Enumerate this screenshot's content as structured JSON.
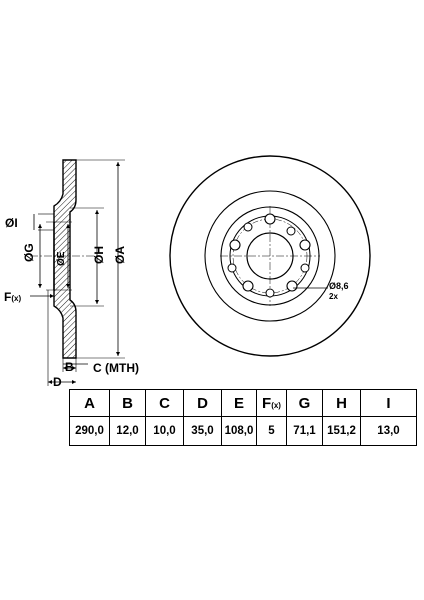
{
  "labels": {
    "dim_i": "ØI",
    "dim_g": "ØG",
    "dim_e": "ØE",
    "dim_h": "ØH",
    "dim_a": "ØA",
    "dim_f": "F",
    "dim_f_sub": "(x)",
    "dim_b": "B",
    "dim_c": "C (MTH)",
    "dim_d": "D",
    "hole_dia": "Ø8,6",
    "hole_count": "2x"
  },
  "table": {
    "headers": [
      "A",
      "B",
      "C",
      "D",
      "E",
      "F",
      "G",
      "H",
      "I"
    ],
    "f_sub": "(x)",
    "values": [
      "290,0",
      "12,0",
      "10,0",
      "35,0",
      "108,0",
      "5",
      "71,1",
      "151,2",
      "13,0"
    ]
  }
}
